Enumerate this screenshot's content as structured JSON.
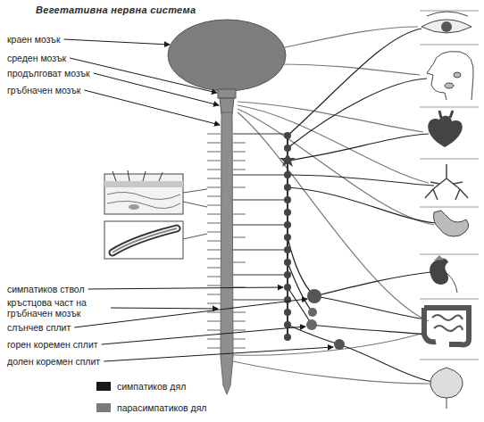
{
  "diagram": {
    "title": "Вегетативна нервна система",
    "labels": [
      "краен мозък",
      "среден мозък",
      "продълговат мозък",
      "гръбначен мозък",
      "симпатиков ствол",
      "кръстцова част на гръбначен мозък",
      "слънчев сплит",
      "горен коремен сплит",
      "долен коремен сплит"
    ],
    "legend": [
      {
        "text": "симпатиков дял",
        "color": "#1a1a1a"
      },
      {
        "text": "парасимпатиков дял",
        "color": "#7a7a7a"
      }
    ]
  }
}
